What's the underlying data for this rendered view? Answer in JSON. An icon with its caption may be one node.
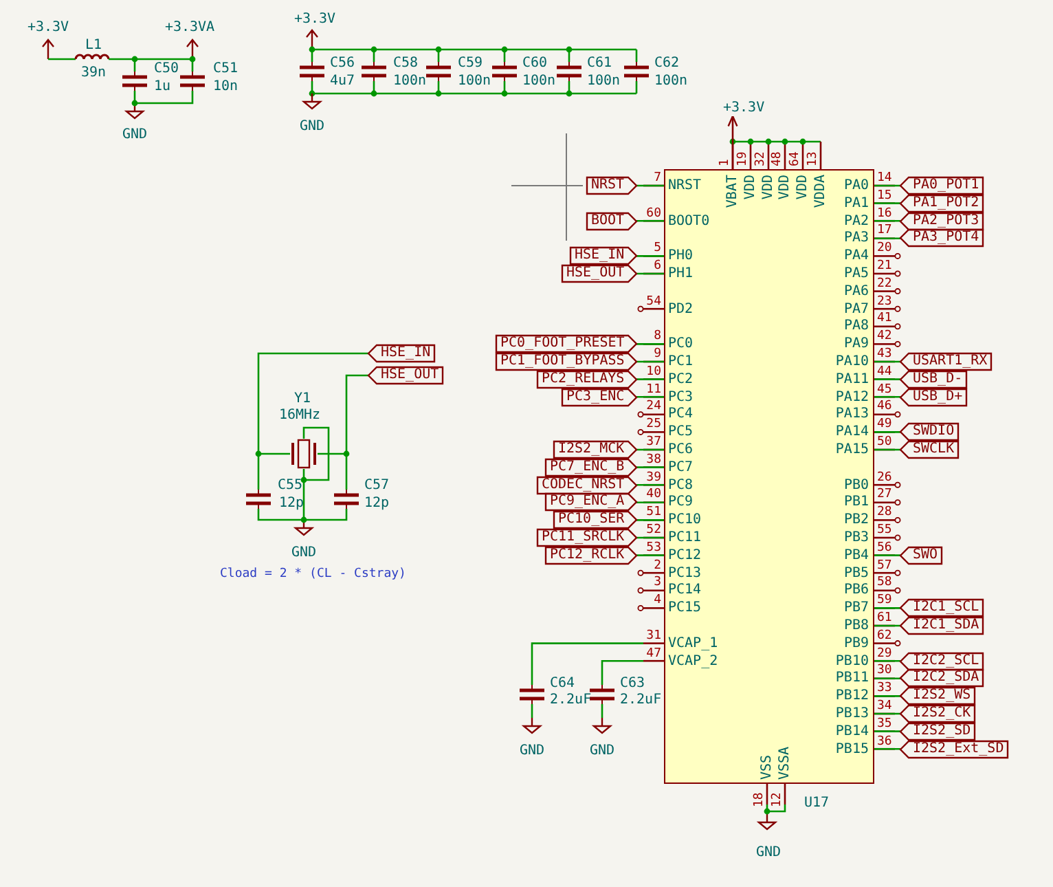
{
  "diagram": {
    "nodes": [
      {
        "text": [],
        "shape": "box",
        "beside": [
          "U17"
        ]
      },
      {
        "text": [
          "NRST"
        ]
      },
      {
        "text": [
          "BOOT"
        ]
      },
      {
        "text": [
          "HSE_IN"
        ]
      },
      {
        "text": [
          "HSE_OUT"
        ]
      },
      {
        "text": [
          "PC0_FOOT_PRESET"
        ]
      },
      {
        "text": [
          "PC1_FOOT_BYPASS"
        ]
      },
      {
        "text": [
          "PC2_RELAYS"
        ]
      },
      {
        "text": [
          "PC3_ENC"
        ]
      },
      {
        "text": [
          "I2S2_MCK"
        ]
      },
      {
        "text": [
          "PC7_ENC_B"
        ]
      },
      {
        "text": [
          "CODEC_NRST"
        ]
      },
      {
        "text": [
          "PC9_ENC_A"
        ]
      },
      {
        "text": [
          "PC10_SER"
        ]
      },
      {
        "text": [
          "PC11_SRCLK"
        ]
      },
      {
        "text": [
          "PC12_RCLK"
        ]
      },
      {
        "text": [
          "PA0_POT1"
        ]
      },
      {
        "text": [
          "PA1_POT2"
        ]
      },
      {
        "text": [
          "PA2_POT3"
        ]
      },
      {
        "text": [
          "PA3_POT4"
        ]
      },
      {
        "text": [
          "USART1_RX"
        ]
      },
      {
        "text": [
          "USB_D-"
        ]
      },
      {
        "text": [
          "USB_D+"
        ]
      },
      {
        "text": [
          "SWDIO"
        ]
      },
      {
        "text": [
          "SWCLK"
        ]
      },
      {
        "text": [
          "SWO"
        ]
      },
      {
        "text": [
          "I2C1_SCL"
        ]
      },
      {
        "text": [
          "I2C1_SDA"
        ]
      },
      {
        "text": [
          "I2C2_SCL"
        ]
      },
      {
        "text": [
          "I2C2_SDA"
        ]
      },
      {
        "text": [
          "I2S2_WS"
        ]
      },
      {
        "text": [
          "I2S2_CK"
        ]
      },
      {
        "text": [
          "I2S2_SD"
        ]
      },
      {
        "text": [
          "I2S2_Ext_SD"
        ]
      },
      {
        "text": [
          "HSE_IN"
        ]
      },
      {
        "text": [
          "HSE_OUT"
        ]
      },
      {
        "text": [],
        "shape": "picture",
        "beside": [
          "Y1",
          "16MHz"
        ]
      },
      {
        "text": [
          "+3.3V"
        ]
      }
    ],
    "edges": [
      {
        "from": 1,
        "to": 0,
        "arrow": "none"
      },
      {
        "from": 2,
        "to": 0,
        "arrow": "none"
      },
      {
        "from": 3,
        "to": 0,
        "arrow": "none"
      },
      {
        "from": 4,
        "to": 0,
        "arrow": "none"
      },
      {
        "from": 5,
        "to": 0,
        "arrow": "none"
      },
      {
        "from": 6,
        "to": 0,
        "arrow": "none"
      },
      {
        "from": 7,
        "to": 0,
        "arrow": "none"
      },
      {
        "from": 8,
        "to": 0,
        "arrow": "none"
      },
      {
        "from": 9,
        "to": 0,
        "arrow": "none"
      },
      {
        "from": 10,
        "to": 0,
        "arrow": "none"
      },
      {
        "from": 11,
        "to": 0,
        "arrow": "none"
      },
      {
        "from": 12,
        "to": 0,
        "arrow": "none"
      },
      {
        "from": 13,
        "to": 0,
        "arrow": "none"
      },
      {
        "from": 14,
        "to": 0,
        "arrow": "none"
      },
      {
        "from": 15,
        "to": 0,
        "arrow": "none"
      },
      {
        "from": 16,
        "to": 0,
        "arrow": "none"
      },
      {
        "from": 17,
        "to": 0,
        "arrow": "none"
      },
      {
        "from": 18,
        "to": 0,
        "arrow": "none"
      },
      {
        "from": 19,
        "to": 0,
        "arrow": "none"
      },
      {
        "from": 20,
        "to": 0,
        "arrow": "none"
      },
      {
        "from": 21,
        "to": 0,
        "arrow": "none"
      },
      {
        "from": 22,
        "to": 0,
        "arrow": "none"
      },
      {
        "from": 23,
        "to": 0,
        "arrow": "none"
      },
      {
        "from": 24,
        "to": 0,
        "arrow": "none"
      },
      {
        "from": 25,
        "to": 0,
        "arrow": "none"
      },
      {
        "from": 26,
        "to": 0,
        "arrow": "none"
      },
      {
        "from": 27,
        "to": 0,
        "arrow": "none"
      },
      {
        "from": 28,
        "to": 0,
        "arrow": "none"
      },
      {
        "from": 29,
        "to": 0,
        "arrow": "none"
      },
      {
        "from": 30,
        "to": 0,
        "arrow": "none"
      },
      {
        "from": 31,
        "to": 0,
        "arrow": "none"
      },
      {
        "from": 32,
        "to": 0,
        "arrow": "none"
      },
      {
        "from": 33,
        "to": 0,
        "arrow": "none"
      },
      {
        "from": 34,
        "to": 36,
        "arrow": "none"
      },
      {
        "from": 35,
        "to": 36,
        "arrow": "none"
      },
      {
        "from": 0,
        "to": 37,
        "arrow": "to",
        "color": "#840000"
      }
    ],
    "labels": [
      "+3.3V",
      "L1",
      "39n",
      "+3.3VA",
      "C50",
      "1u",
      "C51",
      "10n",
      "GND",
      "+3.3V",
      "C56",
      "4u7",
      "C58",
      "100n",
      "C59",
      "100n",
      "C60",
      "100n",
      "C61",
      "100n",
      "C62",
      "100n",
      "GND",
      "1",
      "VBAT",
      "19",
      "VDD",
      "32",
      "VDD",
      "48",
      "VDD",
      "64",
      "VDD",
      "13",
      "VDDA",
      "7",
      "NRST",
      "60",
      "BOOT0",
      "5",
      "PH0",
      "6",
      "PH1",
      "54",
      "PD2",
      "8",
      "PC0",
      "9",
      "PC1",
      "10",
      "PC2",
      "11",
      "PC3",
      "24",
      "PC4",
      "25",
      "PC5",
      "37",
      "PC6",
      "38",
      "PC7",
      "39",
      "PC8",
      "40",
      "PC9",
      "51",
      "PC10",
      "52",
      "PC11",
      "53",
      "PC12",
      "2",
      "PC13",
      "3",
      "PC14",
      "4",
      "PC15",
      "31",
      "VCAP_1",
      "47",
      "VCAP_2",
      "14",
      "PA0",
      "15",
      "PA1",
      "16",
      "PA2",
      "17",
      "PA3",
      "20",
      "PA4",
      "21",
      "PA5",
      "22",
      "PA6",
      "23",
      "PA7",
      "41",
      "PA8",
      "42",
      "PA9",
      "43",
      "PA10",
      "44",
      "PA11",
      "45",
      "PA12",
      "46",
      "PA13",
      "49",
      "PA14",
      "50",
      "PA15",
      "26",
      "PB0",
      "27",
      "PB1",
      "28",
      "PB2",
      "55",
      "PB3",
      "56",
      "PB4",
      "57",
      "PB5",
      "58",
      "PB6",
      "59",
      "PB7",
      "61",
      "PB8",
      "62",
      "PB9",
      "29",
      "PB10",
      "30",
      "PB11",
      "33",
      "PB12",
      "34",
      "PB13",
      "35",
      "PB14",
      "36",
      "PB15",
      "18",
      "VSS",
      "12",
      "VSSA",
      "GND",
      "C64",
      "2.2uF",
      "GND",
      "C63",
      "2.2uF",
      "GND",
      "C55",
      "12p",
      "C57",
      "12p",
      "GND",
      "Cload = 2 * (CL - Cstray)"
    ]
  }
}
